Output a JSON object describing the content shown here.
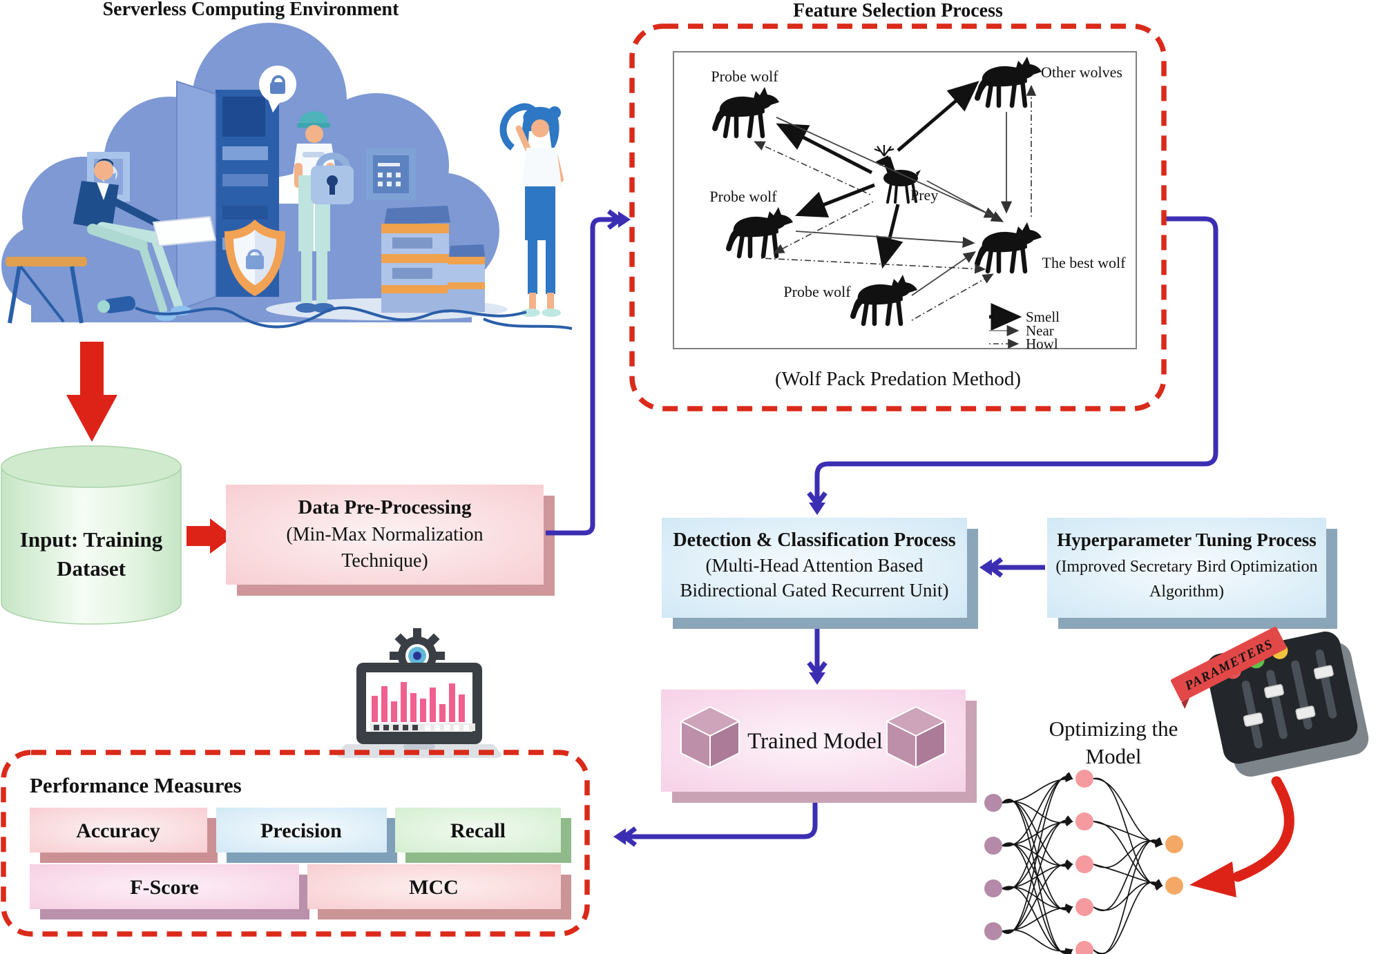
{
  "colors": {
    "accent_red": "#da2a1a",
    "connector_purple": "#3c2eb2",
    "arrow_red": "#dd2318",
    "cylinder_green": "#d8efd6",
    "box_pink": "#f7ccd1",
    "box_blue": "#cfe7f5",
    "box_trained_pink": "#f8d3e9"
  },
  "serverless_env": {
    "title": "Serverless Computing Environment"
  },
  "feature_selection": {
    "title": "Feature Selection Process",
    "caption": "(Wolf Pack Predation Method)",
    "labels": {
      "probe_wolf": "Probe wolf",
      "prey": "Prey",
      "other_wolves": "Other wolves",
      "best_wolf": "The best wolf"
    },
    "legend": [
      {
        "label": "Smell",
        "style": "thick-arrow"
      },
      {
        "label": "Near",
        "style": "thin-arrow"
      },
      {
        "label": "Howl",
        "style": "dash-dot-arrow"
      }
    ]
  },
  "input_dataset": {
    "line1": "Input: Training",
    "line2": "Dataset"
  },
  "preprocessing": {
    "title": "Data Pre-Processing",
    "subtitle_line1": "(Min-Max Normalization",
    "subtitle_line2": "Technique)"
  },
  "detection": {
    "title": "Detection & Classification Process",
    "subtitle_line1": "(Multi-Head Attention Based",
    "subtitle_line2": "Bidirectional Gated Recurrent Unit)"
  },
  "hyperparameter": {
    "title": "Hyperparameter Tuning Process",
    "subtitle_line1": "(Improved Secretary Bird Optimization",
    "subtitle_line2": "Algorithm)"
  },
  "trained_model": {
    "label": "Trained Model"
  },
  "optimization": {
    "line1": "Optimizing the",
    "line2": "Model",
    "ribbon": "PARAMETERS"
  },
  "performance": {
    "title": "Performance Measures",
    "measures": [
      "Accuracy",
      "Precision",
      "Recall",
      "F-Score",
      "MCC"
    ]
  }
}
